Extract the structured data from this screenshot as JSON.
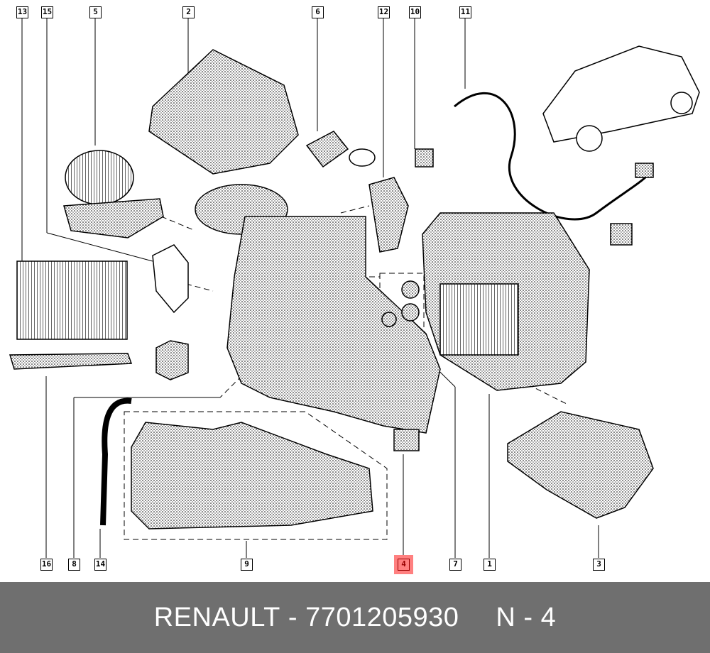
{
  "callouts": [
    {
      "number": "13"
    },
    {
      "number": "15"
    },
    {
      "number": "5"
    },
    {
      "number": "2"
    },
    {
      "number": "6"
    },
    {
      "number": "12"
    },
    {
      "number": "10"
    },
    {
      "number": "11"
    },
    {
      "number": "16"
    },
    {
      "number": "8"
    },
    {
      "number": "14"
    },
    {
      "number": "9"
    },
    {
      "number": "4",
      "highlighted": true
    },
    {
      "number": "7"
    },
    {
      "number": "1"
    },
    {
      "number": "3"
    }
  ],
  "highlight_color": "#ff8080",
  "footer": {
    "brand": "RENAULT",
    "separator": " - ",
    "part_number": "7701205930",
    "position_label": "N - 4"
  }
}
